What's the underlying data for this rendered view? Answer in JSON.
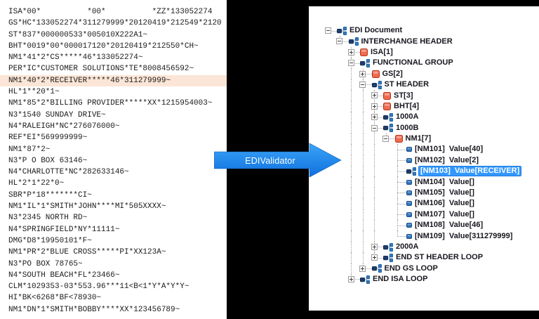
{
  "left_panel": {
    "highlighted_index": 6,
    "lines": [
      "ISA*00*          *00*          *ZZ*133052274",
      "GS*HC*133052274*311279999*20120419*212549*2120",
      "ST*837*000000533*005010X222A1~",
      "BHT*0019*00*000017120*20120419*212550*CH~",
      "NM1*41*2*CS*****46*133052274~",
      "PER*IC*CUSTOMER SOLUTIONS*TE*8008456592~",
      "NM1*40*2*RECEIVER*****46*311279999~",
      "HL*1**20*1~",
      "NM1*85*2*BILLING PROVIDER*****XX*1215954003~",
      "N3*1540 SUNDAY DRIVE~",
      "N4*RALEIGH*NC*276076000~",
      "REF*EI*569999999~",
      "NM1*87*2~",
      "N3*P O BOX 63146~",
      "N4*CHARLOTTE*NC*282633146~",
      "HL*2*1*22*0~",
      "SBR*P*18*******CI~",
      "NM1*IL*1*SMITH*JOHN****MI*505XXXX~",
      "N3*2345 NORTH RD~",
      "N4*SPRINGFIELD*NY*11111~",
      "DMG*D8*19950101*F~",
      "NM1*PR*2*BLUE CROSS*****PI*XX123A~",
      "N3*PO BOX 78765~",
      "N4*SOUTH BEACH*FL*23466~",
      "CLM*1029353-03*553.96***11<B<1*Y*A*Y*Y~",
      "HI*BK<6268*BF<78930~",
      "NM1*DN*1*SMITH*BOBBY****XX*123456789~"
    ]
  },
  "arrow": {
    "label": "EDIValidator"
  },
  "tree": {
    "nodes": [
      {
        "label": "EDI Document",
        "level": 0,
        "expand": "minus",
        "icon": "loop",
        "selected": false
      },
      {
        "label": "INTERCHANGE HEADER",
        "level": 1,
        "expand": "minus",
        "icon": "loop",
        "selected": false
      },
      {
        "label": "ISA[1]",
        "level": 2,
        "expand": "plus",
        "icon": "segment",
        "selected": false
      },
      {
        "label": "FUNCTIONAL GROUP",
        "level": 2,
        "expand": "minus",
        "icon": "loop",
        "selected": false
      },
      {
        "label": "GS[2]",
        "level": 3,
        "expand": "plus",
        "icon": "segment",
        "selected": false
      },
      {
        "label": "ST HEADER",
        "level": 3,
        "expand": "minus",
        "icon": "loop",
        "selected": false
      },
      {
        "label": "ST[3]",
        "level": 4,
        "expand": "plus",
        "icon": "segment",
        "selected": false
      },
      {
        "label": "BHT[4]",
        "level": 4,
        "expand": "plus",
        "icon": "segment",
        "selected": false
      },
      {
        "label": "1000A",
        "level": 4,
        "expand": "plus",
        "icon": "loop",
        "selected": false
      },
      {
        "label": "1000B",
        "level": 4,
        "expand": "minus",
        "icon": "loop",
        "selected": false
      },
      {
        "label": "NM1[7]",
        "level": 5,
        "expand": "minus",
        "icon": "segment",
        "selected": false
      },
      {
        "label": "[NM101]  Value[40]",
        "level": 6,
        "expand": null,
        "icon": "element",
        "selected": false
      },
      {
        "label": "[NM102]  Value[2]",
        "level": 6,
        "expand": null,
        "icon": "element",
        "selected": false
      },
      {
        "label": "[NM103]  Value[RECEIVER]",
        "level": 6,
        "expand": null,
        "icon": "loop",
        "selected": true
      },
      {
        "label": "[NM104]  Value[]",
        "level": 6,
        "expand": null,
        "icon": "element",
        "selected": false
      },
      {
        "label": "[NM105]  Value[]",
        "level": 6,
        "expand": null,
        "icon": "element",
        "selected": false
      },
      {
        "label": "[NM106]  Value[]",
        "level": 6,
        "expand": null,
        "icon": "element",
        "selected": false
      },
      {
        "label": "[NM107]  Value[]",
        "level": 6,
        "expand": null,
        "icon": "element",
        "selected": false
      },
      {
        "label": "[NM108]  Value[46]",
        "level": 6,
        "expand": null,
        "icon": "element",
        "selected": false
      },
      {
        "label": "[NM109]  Value[311279999]",
        "level": 6,
        "expand": null,
        "icon": "element",
        "selected": false
      },
      {
        "label": "2000A",
        "level": 4,
        "expand": "plus",
        "icon": "loop",
        "selected": false
      },
      {
        "label": "END ST HEADER LOOP",
        "level": 4,
        "expand": "plus",
        "icon": "loop",
        "selected": false
      },
      {
        "label": "END GS LOOP",
        "level": 3,
        "expand": "plus",
        "icon": "loop",
        "selected": false
      },
      {
        "label": "END ISA LOOP",
        "level": 2,
        "expand": "plus",
        "icon": "loop",
        "selected": false
      }
    ]
  },
  "colors": {
    "background": "#000000",
    "panel_bg": "#ffffff",
    "edi_text": "#1b1b1b",
    "highlight_bg": "#fbe5d6",
    "tree_text": "#17171f",
    "guide": "#a0a0a0",
    "selection_bg": "#3398fe",
    "selection_text": "#ffffff",
    "arrow_top": "#3ba5f8",
    "arrow_bottom": "#0f6fdd",
    "segment_icon": "#ee6b4f",
    "loop_icon_dark": "#1c3e6e",
    "loop_icon_blue": "#2f7bc3",
    "element_icon": "#2e74bd"
  }
}
